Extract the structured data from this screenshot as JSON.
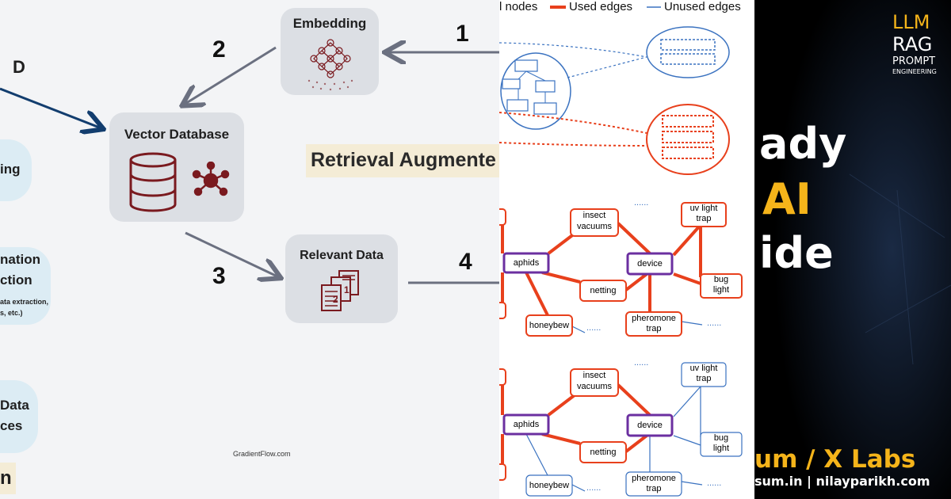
{
  "rag_diagram": {
    "partial_label_d": "D",
    "embedding_label": "Embedding",
    "vector_db_label": "Vector Database",
    "relevant_data_label": "Relevant Data",
    "banner_text": "Retrieval Augmente",
    "step_numbers": [
      "1",
      "2",
      "3",
      "4"
    ],
    "left_bubbles": [
      {
        "line1": "ing"
      },
      {
        "line1": "nation",
        "line2": "ction",
        "small1": "ata extraction,",
        "small2": "s, etc.)"
      },
      {
        "line1": "Data",
        "line2": "ces"
      }
    ],
    "bottom_partial": "n",
    "credit": "GradientFlow.com",
    "colors": {
      "arrow": "#6b7080",
      "navy_arrow": "#123d6e",
      "icon": "#7a1a1f",
      "banner": "#f4ecd6"
    }
  },
  "graph_diagram": {
    "legend": {
      "nodes": "l nodes",
      "used": "Used edges",
      "unused": "Unused edges"
    },
    "node_labels": {
      "aphids": "aphids",
      "insect_vacuums_1": "insect",
      "insect_vacuums_2": "vacuums",
      "device": "device",
      "netting": "netting",
      "honeybew": "honeybew",
      "pheromone_1": "pheromone",
      "pheromone_2": "trap",
      "uv_1": "uv light",
      "uv_2": "trap",
      "bug_1": "bug",
      "bug_2": "light",
      "dots": "......"
    },
    "colors": {
      "used": "#e8401c",
      "unused": "#3a72c0",
      "key_node": "#6b2fa0"
    }
  },
  "promo": {
    "tags": [
      "LLM",
      "RAG",
      "PROMPT",
      "ENGINEERING"
    ],
    "headline_line1": "ady",
    "headline_line2": "AI",
    "headline_line3": "ide",
    "brand": "um / X Labs",
    "sites": "sum.in | nilayparikh.com",
    "colors": {
      "accent": "#f5b41a",
      "text": "#ffffff",
      "bg": "#000000"
    }
  }
}
